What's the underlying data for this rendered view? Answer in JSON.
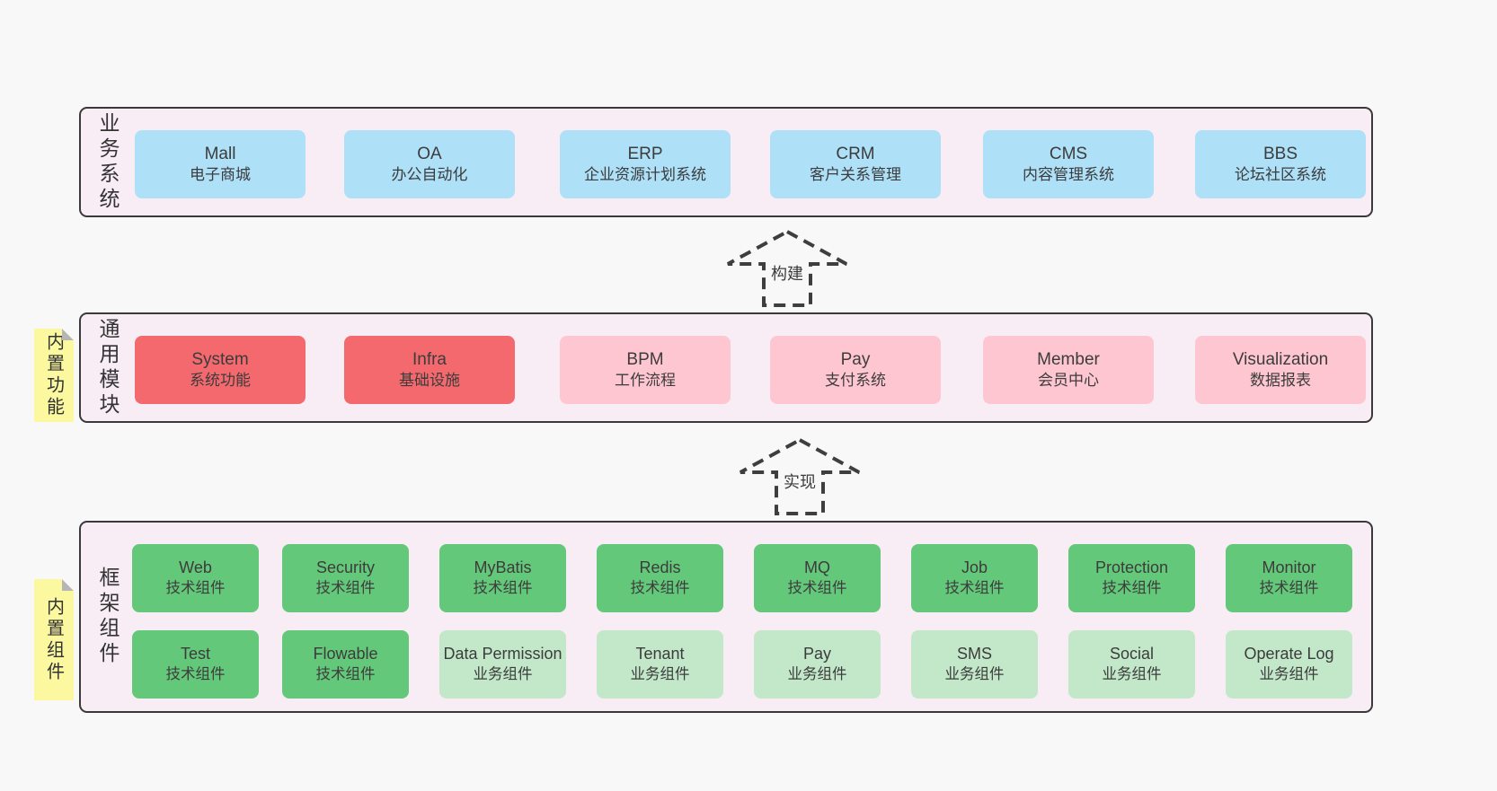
{
  "colors": {
    "page_background": "#f8f8f8",
    "panel_background": "#f8ecf5",
    "panel_border": "#3a3a3a",
    "business_box": "#aee0f8",
    "core_module_box": "#f4696d",
    "optional_module_box": "#fec6d0",
    "tech_component_box": "#64c87a",
    "biz_component_box": "#c2e7c9",
    "sticky_tag": "#fbf8a0",
    "text": "#3c3c3c"
  },
  "panels": {
    "business": {
      "label": "业务系统",
      "boxes": [
        {
          "name": "Mall",
          "subtitle": "电子商城"
        },
        {
          "name": "OA",
          "subtitle": "办公自动化"
        },
        {
          "name": "ERP",
          "subtitle": "企业资源计划系统"
        },
        {
          "name": "CRM",
          "subtitle": "客户关系管理"
        },
        {
          "name": "CMS",
          "subtitle": "内容管理系统"
        },
        {
          "name": "BBS",
          "subtitle": "论坛社区系统"
        }
      ]
    },
    "modules": {
      "label": "通用模块",
      "tag": "内置功能",
      "boxes": [
        {
          "name": "System",
          "subtitle": "系统功能"
        },
        {
          "name": "Infra",
          "subtitle": "基础设施"
        },
        {
          "name": "BPM",
          "subtitle": "工作流程"
        },
        {
          "name": "Pay",
          "subtitle": "支付系统"
        },
        {
          "name": "Member",
          "subtitle": "会员中心"
        },
        {
          "name": "Visualization",
          "subtitle": "数据报表"
        }
      ]
    },
    "framework": {
      "label": "框架组件",
      "tag": "内置组件",
      "rows": [
        [
          {
            "name": "Web",
            "subtitle": "技术组件"
          },
          {
            "name": "Security",
            "subtitle": "技术组件"
          },
          {
            "name": "MyBatis",
            "subtitle": "技术组件"
          },
          {
            "name": "Redis",
            "subtitle": "技术组件"
          },
          {
            "name": "MQ",
            "subtitle": "技术组件"
          },
          {
            "name": "Job",
            "subtitle": "技术组件"
          },
          {
            "name": "Protection",
            "subtitle": "技术组件"
          },
          {
            "name": "Monitor",
            "subtitle": "技术组件"
          }
        ],
        [
          {
            "name": "Test",
            "subtitle": "技术组件"
          },
          {
            "name": "Flowable",
            "subtitle": "技术组件"
          },
          {
            "name": "Data Permission",
            "subtitle": "业务组件"
          },
          {
            "name": "Tenant",
            "subtitle": "业务组件"
          },
          {
            "name": "Pay",
            "subtitle": "业务组件"
          },
          {
            "name": "SMS",
            "subtitle": "业务组件"
          },
          {
            "name": "Social",
            "subtitle": "业务组件"
          },
          {
            "name": "Operate Log",
            "subtitle": "业务组件"
          }
        ]
      ]
    }
  },
  "arrows": [
    {
      "label": "构建"
    },
    {
      "label": "实现"
    }
  ]
}
